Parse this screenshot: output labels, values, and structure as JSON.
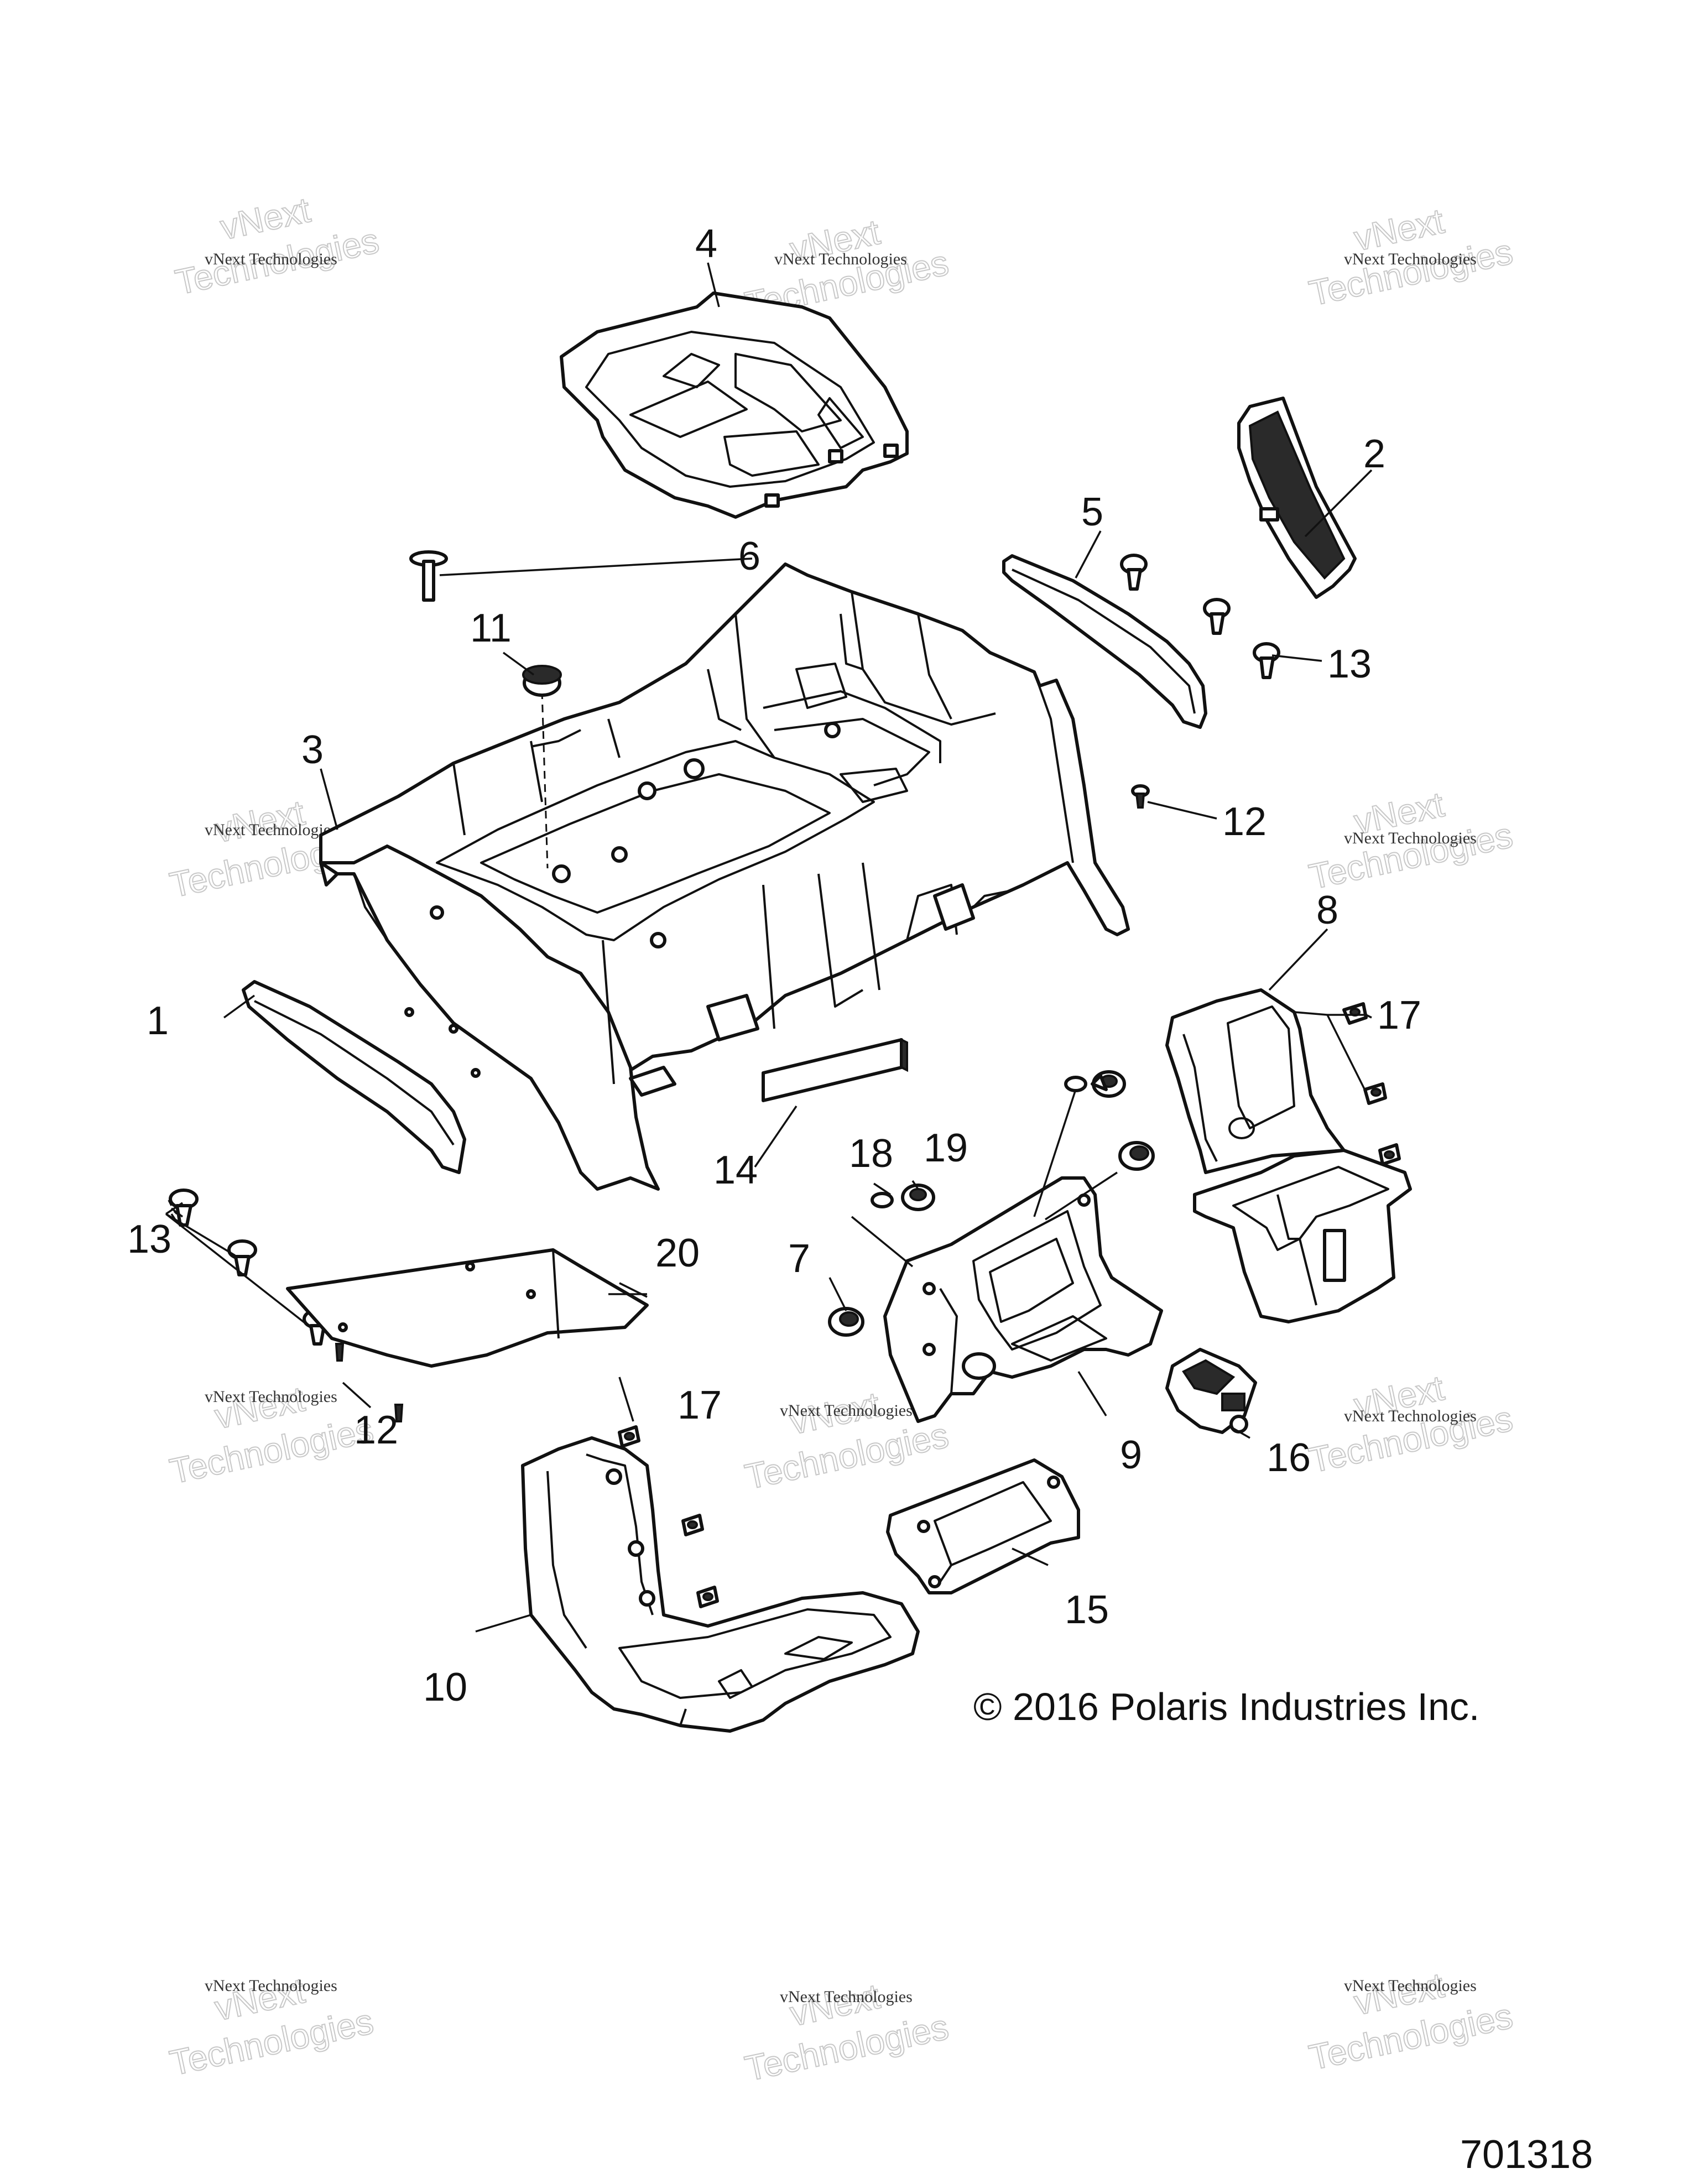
{
  "watermark": {
    "line_small": "vNext Technologies",
    "line_big_top": "vNext",
    "line_big_bottom": "Technologies"
  },
  "callouts": {
    "c1": "1",
    "c2": "2",
    "c3": "3",
    "c4": "4",
    "c5": "5",
    "c6": "6",
    "c7": "7",
    "c8": "8",
    "c9": "9",
    "c10": "10",
    "c11": "11",
    "c12a": "12",
    "c12b": "12",
    "c13a": "13",
    "c13b": "13",
    "c14": "14",
    "c15": "15",
    "c16": "16",
    "c17a": "17",
    "c17b": "17",
    "c18": "18",
    "c19": "19",
    "c20": "20"
  },
  "copyright": "© 2016 Polaris Industries Inc.",
  "figure_number": "701318"
}
